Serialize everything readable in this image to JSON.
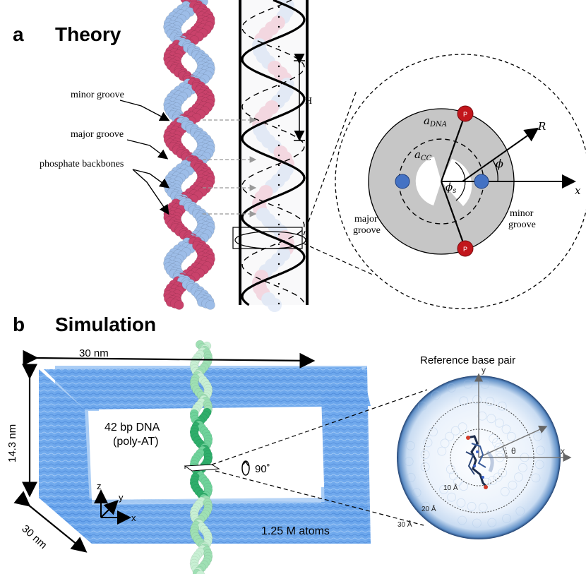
{
  "panel_a": {
    "letter": "a",
    "title": "Theory",
    "labels": {
      "minor_groove": "minor groove",
      "major_groove": "major groove",
      "phosphate_backbones": "phosphate backbones",
      "pitch": "H"
    },
    "cross_section": {
      "a_dna": "a",
      "a_dna_sub": "DNA",
      "a_cc": "a",
      "a_cc_sub": "CC",
      "phi_s": "ϕ",
      "phi_s_sub": "s",
      "phi": "ϕ",
      "R": "R",
      "x": "x",
      "phosphate": "P",
      "major_groove_l1": "major",
      "major_groove_l2": "groove",
      "minor_groove_l1": "minor",
      "minor_groove_l2": "groove"
    },
    "colors": {
      "strand_pink": "#c9426b",
      "strand_blue": "#9dbde8",
      "disk_gray": "#c6c6c6",
      "phosphate_red": "#c2161c",
      "center_blue": "#4472c4"
    }
  },
  "panel_b": {
    "letter": "b",
    "title": "Simulation",
    "box_width": "30 nm",
    "box_height": "14.3 nm",
    "box_depth": "30 nm",
    "dna_label_l1": "42 bp DNA",
    "dna_label_l2": "(poly-AT)",
    "atoms": "1.25 M atoms",
    "rotation": "90˚",
    "axes": {
      "z": "z",
      "y": "y",
      "x": "x"
    },
    "reference": {
      "title": "Reference base pair",
      "y": "y",
      "x": "x",
      "theta": "θ",
      "r10": "10 Å",
      "r20": "20 Å",
      "r30": "30 Å"
    },
    "colors": {
      "water_blue": "#5f9ee8",
      "dna_green": "#4fbf7d"
    }
  }
}
